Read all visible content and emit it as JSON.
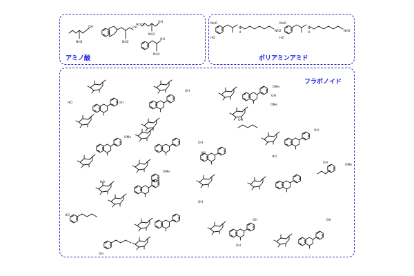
{
  "panels": {
    "amino_acids": {
      "label": "アミノ酸",
      "color": "#1d1de0"
    },
    "polyamine_amides": {
      "label": "ポリアミンアミド",
      "color": "#1d1de0"
    },
    "flavonoids": {
      "label": "フラボノイド",
      "color": "#1d1de0"
    }
  },
  "atom_labels": {
    "aa": [
      "OH",
      "NH2",
      "OH",
      "NH2",
      "HO2C",
      "OH",
      "NH2",
      "OH",
      "NH2"
    ],
    "pa": [
      "MeO",
      "HO",
      "N",
      "H",
      "NH2",
      "MeO",
      "HO",
      "N",
      "H",
      "NH2"
    ],
    "fl": [
      "HO",
      "OH",
      "OH",
      "OMe",
      "OH",
      "OMe",
      "OMe",
      "OH",
      "OH",
      "HO",
      "HO",
      "OH",
      "OMe",
      "HO",
      "OH",
      "OMe",
      "HO",
      "OH",
      "OH",
      "OH",
      "OH",
      "OH"
    ]
  }
}
